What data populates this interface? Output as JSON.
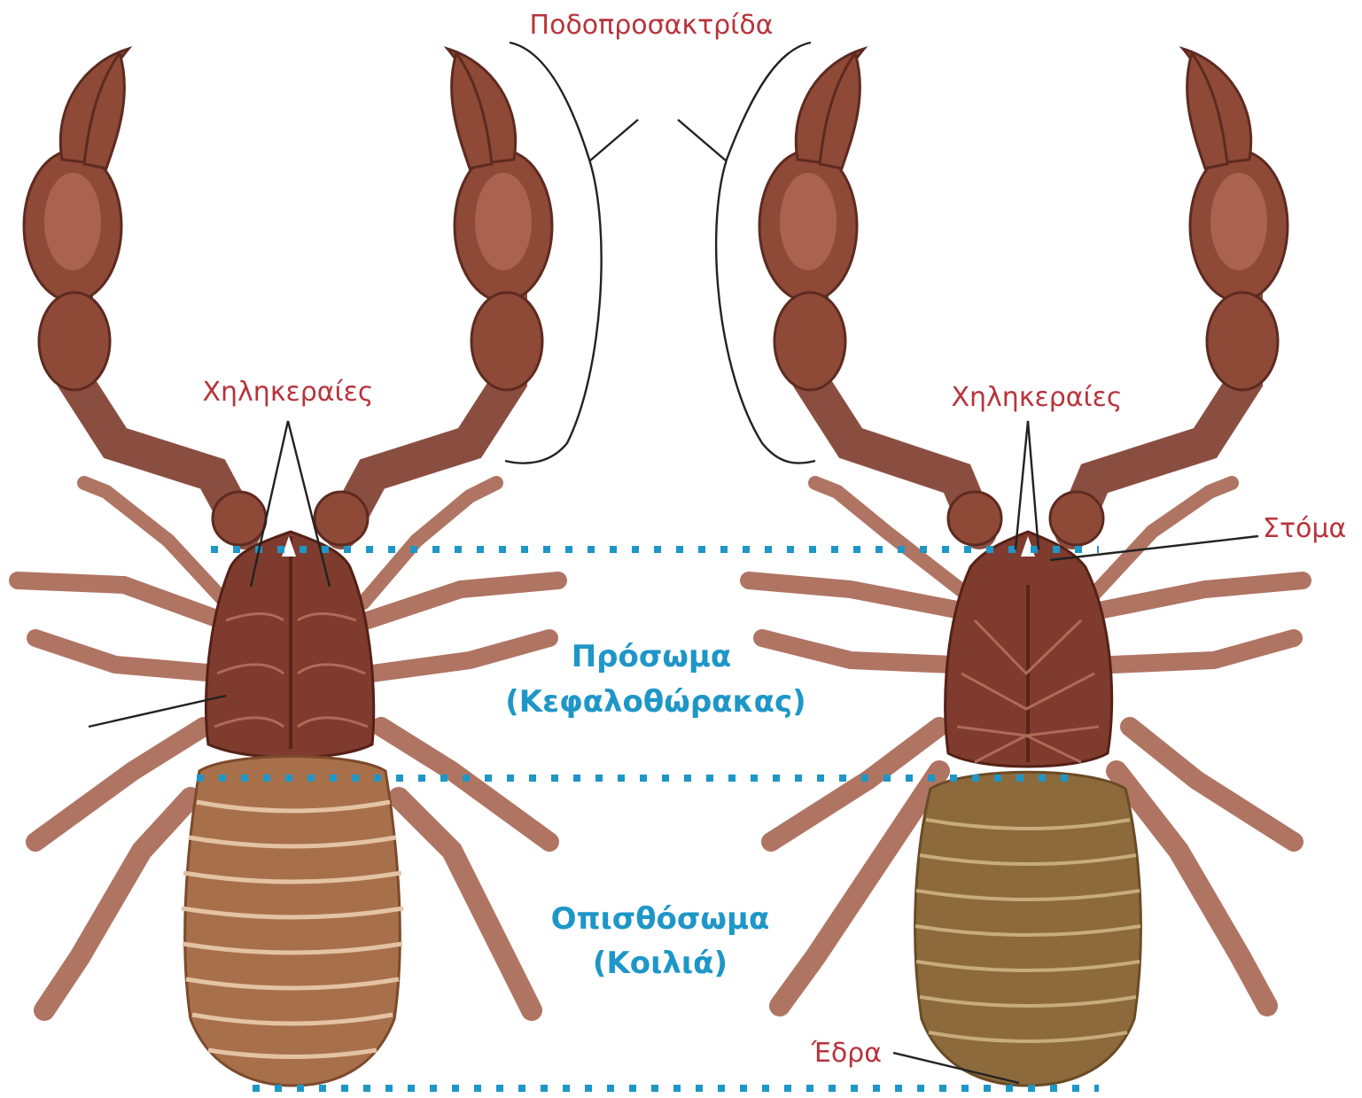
{
  "labels": {
    "pedipalps": "Ποδοπροσακτρίδα",
    "chelicerae_left": "Χηληκεραίες",
    "chelicerae_right": "Χηληκεραίες",
    "mouth": "Στόμα",
    "prosoma_line1": "Πρόσωμα",
    "prosoma_line2": "(Κεφαλοθώρακας)",
    "opisthosoma_line1": "Οπισθόσωμα",
    "opisthosoma_line2": "(Κοιλιά)",
    "anus": "Έδρα"
  },
  "colors": {
    "label_red": "#b8333b",
    "label_blue": "#1e96c8",
    "claw_brown": "#8e4a37",
    "abdomen_dorsal": "#a8704a",
    "abdomen_ventral": "#8c6a3c"
  }
}
